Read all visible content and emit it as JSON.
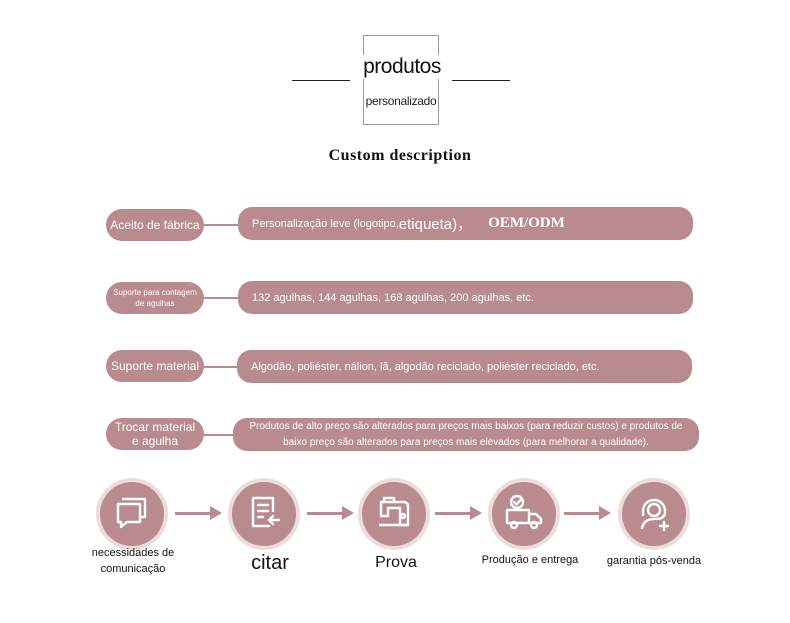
{
  "header": {
    "title": "produtos",
    "subtitle": "personalizado",
    "description": "Custom description"
  },
  "rows": [
    {
      "label": "Aceito de fábrica",
      "value_prefix": "Personalização leve (logotipo,",
      "value_emphasis": "etiqueta)，",
      "value_suffix": "OEM/ODM"
    },
    {
      "label": "Suporte para contagem de agulhas",
      "value": "132 agulhas, 144 agulhas, 168 agulhas, 200 agulhas, etc."
    },
    {
      "label": "Suporte material",
      "value": "Algodão, poliéster, nálion, lã, algodão reciclado, poliéster reciclado, etc."
    },
    {
      "label": "Trocar material e agulha",
      "value": "Produtos de alto preço são alterados para preços mais baixos (para reduzir custos) e produtos de baixo preço são alterados para preços mais elevados (para melhorar a qualidade)."
    }
  ],
  "process": [
    {
      "label": "necessidades de comunicação",
      "icon": "chat-icon"
    },
    {
      "label": "citar",
      "icon": "quote-document-icon"
    },
    {
      "label": "Prova",
      "icon": "sewing-machine-icon"
    },
    {
      "label": "Produção e entrega",
      "icon": "delivery-truck-icon"
    },
    {
      "label": "garantia pós-venda",
      "icon": "customer-support-icon"
    }
  ],
  "colors": {
    "accent": "#b98b8e",
    "halo": "#ecdcdc"
  }
}
